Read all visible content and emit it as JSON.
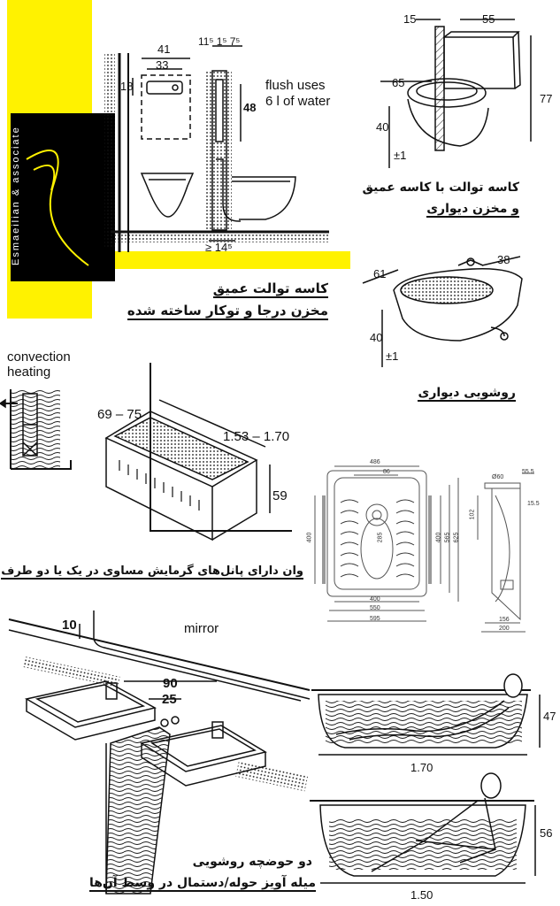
{
  "brand": {
    "name": "Esmaeilian & associate",
    "colors": {
      "yellow": "#FFF200",
      "black": "#000000"
    }
  },
  "sections": {
    "builtin_toilet": {
      "caption_line1": "کاسه توالت عمیق",
      "caption_line2": "مخزن درجا و توکار ساخته شده",
      "note": "flush uses\n6 l of water",
      "dims": {
        "w41": "41",
        "w33": "33",
        "h18": "18",
        "h48": "48",
        "top": "11⁵ 1⁵ 7⁵",
        "floor": "≥ 14⁵"
      }
    },
    "wall_toilet": {
      "caption_line1": "کاسه توالت با کاسه عمیق",
      "caption_line2": "و مخزن دیواری",
      "dims": {
        "d15": "15",
        "d55": "55",
        "d65": "65",
        "d77": "77",
        "d40": "40",
        "tol": "±1"
      }
    },
    "wall_bidet": {
      "caption": "روشویی دیواری",
      "dims": {
        "d61": "61",
        "d38": "38",
        "d40": "40",
        "tol": "±1"
      }
    },
    "bathtub": {
      "label": "convection\nheating",
      "caption": "وان دارای پانل‌های گرمایش مساوی در یک یا دو طرف",
      "dims": {
        "width": "69 – 75",
        "length": "1.53 – 1.70",
        "height": "59"
      }
    },
    "squat_toilet": {
      "dims_top": [
        "486",
        "86"
      ],
      "dims_side_left": [
        "400"
      ],
      "dims_mid": [
        "285"
      ],
      "dims_right": [
        "400",
        "565",
        "625"
      ],
      "dims_bottom": [
        "400",
        "550",
        "595"
      ],
      "profile_dims": [
        "Ø60",
        "55.5",
        "15.5",
        "102",
        "156",
        "200"
      ]
    },
    "double_basin": {
      "mirror": "mirror",
      "caption_line1": "دو حوضچه روشویی",
      "caption_line2": "میله آویز حوله/دستمال در وسط آن‌ها",
      "dims": {
        "d10": "10",
        "d90": "90",
        "d25": "25"
      }
    },
    "bath_lying": {
      "height": "47",
      "length": "1.70"
    },
    "bath_sitting": {
      "height": "56",
      "length": "1.50"
    }
  }
}
